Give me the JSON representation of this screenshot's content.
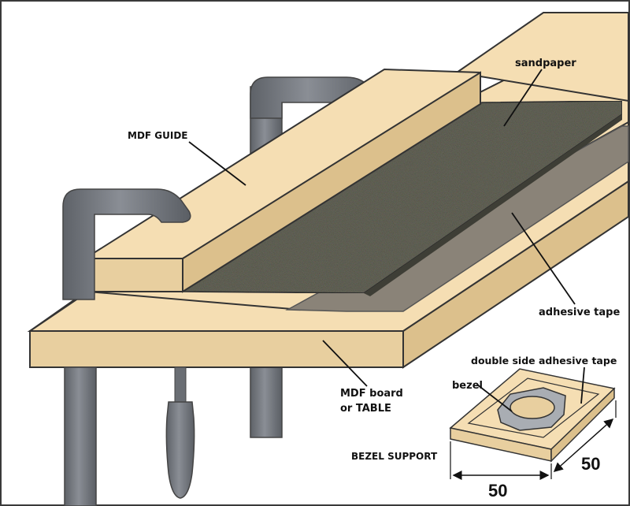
{
  "labels": {
    "sandpaper": "sandpaper",
    "mdf_guide": "MDF GUIDE",
    "adhesive_tape": "adhesive tape",
    "mdf_board_line1": "MDF board",
    "mdf_board_line2": "or TABLE",
    "double_side_tape": "double side adhesive tape",
    "bezel": "bezel",
    "bezel_support": "BEZEL SUPPORT"
  },
  "dimensions": {
    "width": "50",
    "depth": "50"
  },
  "colors": {
    "wood_top": "#f5deb3",
    "wood_front": "#e8cf9f",
    "wood_edge": "#cdb487",
    "clamp": "#7b7f86",
    "clamp_dark": "#5a5e64",
    "sandpaper": "#6b6b5e",
    "tape": "#8a8378",
    "border": "#3a3a3a",
    "bezel": "#a9adb3"
  }
}
